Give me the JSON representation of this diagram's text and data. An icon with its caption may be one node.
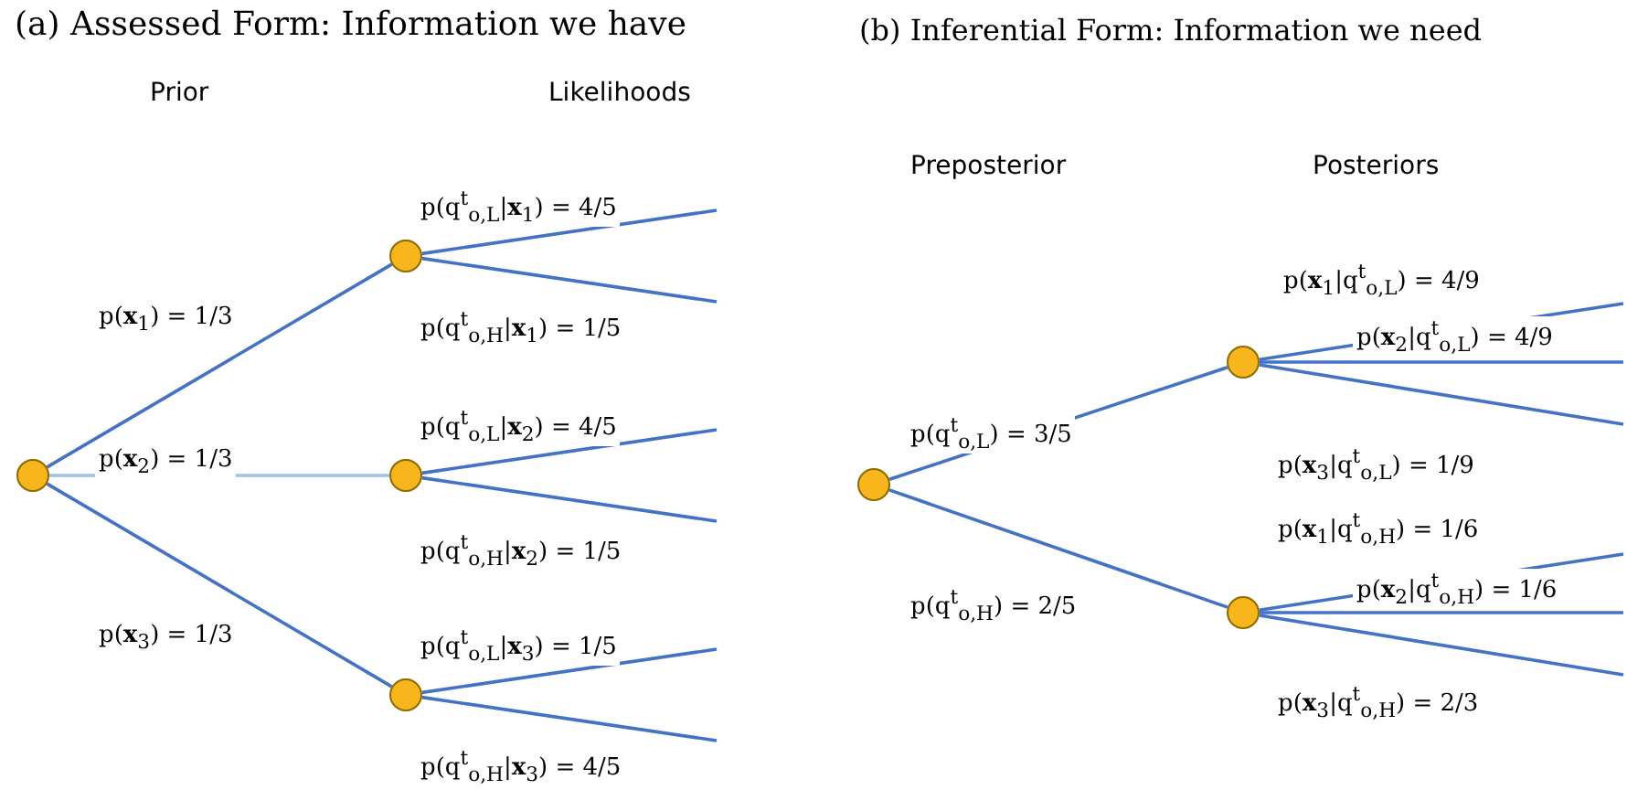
{
  "diagram": {
    "nodes": [
      {
        "text": [],
        "shape": "circle"
      },
      {
        "text": [],
        "shape": "circle"
      },
      {
        "text": [],
        "shape": "circle"
      },
      {
        "text": [],
        "shape": "circle"
      },
      {
        "text": [],
        "shape": "circle"
      },
      {
        "text": [],
        "shape": "circle"
      },
      {
        "text": [],
        "shape": "circle"
      }
    ],
    "edges": [
      {
        "from": 0,
        "to": 1,
        "arrow": "none",
        "label": "p(**x**$_{1}$) = 1/3"
      },
      {
        "from": 0,
        "to": 2,
        "arrow": "none",
        "label": "p(**x**$_{2}$) = 1/3",
        "color": "#9dc3e6"
      },
      {
        "from": 0,
        "to": 3,
        "arrow": "none",
        "label": "p(**x**$_{3}$) = 1/3"
      },
      {
        "from": 1,
        "to": null,
        "arrow": "none",
        "label": "p(q$^{t}$$_{o,L}$|**x**$_{1}$) = 4/5"
      },
      {
        "from": 1,
        "to": null,
        "arrow": "none",
        "label": "p(q$^{t}$$_{o,H}$|**x**$_{1}$) = 1/5"
      },
      {
        "from": 2,
        "to": null,
        "arrow": "none",
        "label": "p(q$^{t}$$_{o,L}$|**x**$_{2}$) = 4/5"
      },
      {
        "from": 2,
        "to": null,
        "arrow": "none",
        "label": "p(q$^{t}$$_{o,H}$|**x**$_{2}$) = 1/5"
      },
      {
        "from": 3,
        "to": null,
        "arrow": "none",
        "label": "p(q$^{t}$$_{o,L}$|**x**$_{3}$) = 1/5"
      },
      {
        "from": 3,
        "to": null,
        "arrow": "none",
        "label": "p(q$^{t}$$_{o,H}$|**x**$_{3}$) = 4/5"
      },
      {
        "from": 4,
        "to": 5,
        "arrow": "none",
        "label": "p(q$^{t}$$_{o,L}$) = 3/5"
      },
      {
        "from": 4,
        "to": 6,
        "arrow": "none",
        "label": "p(q$^{t}$$_{o,H}$) = 2/5"
      },
      {
        "from": 5,
        "to": null,
        "arrow": "none",
        "label": "p(**x**$_{1}$|q$^{t}$$_{o,L}$) = 4/9"
      },
      {
        "from": 5,
        "to": null,
        "arrow": "none",
        "label": "p(**x**$_{2}$|q$^{t}$$_{o,L}$) = 4/9"
      },
      {
        "from": 5,
        "to": null,
        "arrow": "none",
        "label": "p(**x**$_{3}$|q$^{t}$$_{o,L}$) = 1/9"
      },
      {
        "from": 6,
        "to": null,
        "arrow": "none",
        "label": "p(**x**$_{1}$|q$^{t}$$_{o,H}$) = 1/6"
      },
      {
        "from": 6,
        "to": null,
        "arrow": "none",
        "label": "p(**x**$_{2}$|q$^{t}$$_{o,H}$) = 1/6"
      },
      {
        "from": 6,
        "to": null,
        "arrow": "none",
        "label": "p(**x**$_{3}$|q$^{t}$$_{o,H}$) = 2/3"
      }
    ],
    "labels": [
      "(a) Assessed Form: Information we have",
      "(b) Inferential Form: Information we need",
      "Prior",
      "Likelihoods",
      "Preposterior",
      "Posteriors"
    ]
  }
}
